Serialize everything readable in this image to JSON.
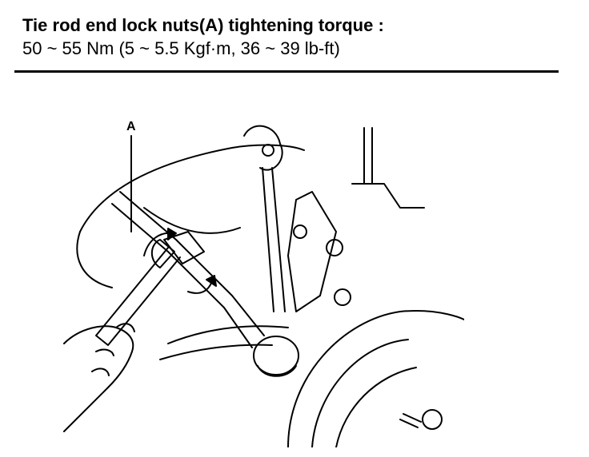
{
  "spec": {
    "title": "Tie rod end lock nuts(A) tightening torque :",
    "value": "50 ~ 55 Nm (5 ~ 5.5 Kgf·m, 36 ~ 39 lb-ft)"
  },
  "figure": {
    "callout_label": "A"
  }
}
